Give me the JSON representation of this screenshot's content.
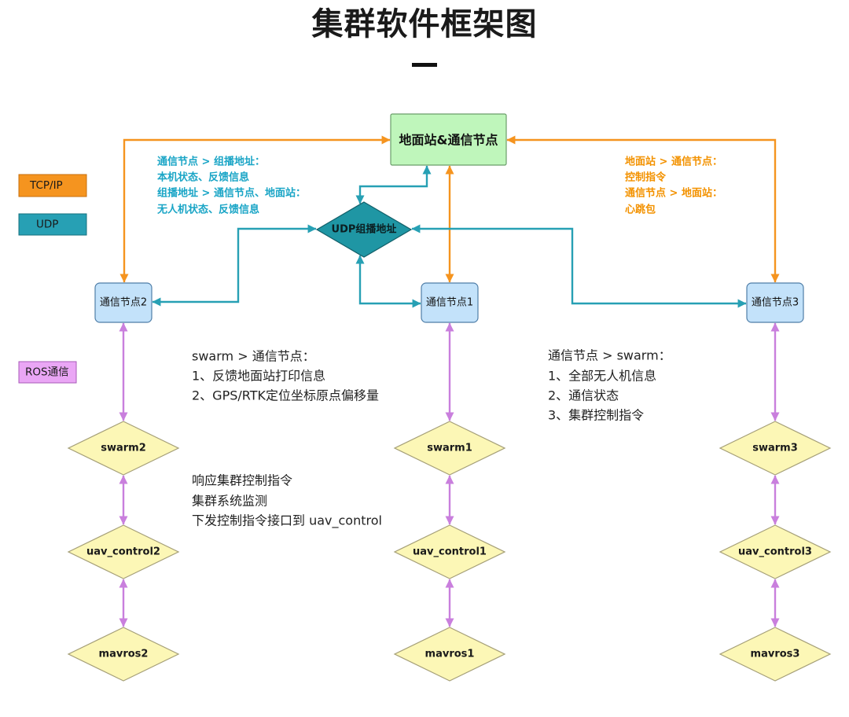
{
  "title": "集群软件框架图",
  "colors": {
    "tcp_ip": "#f5941f",
    "udp": "#27a0b4",
    "ros": "#c97fdd"
  },
  "legend": {
    "tcp_ip": "TCP/IP",
    "udp": "UDP",
    "ros": "ROS通信"
  },
  "nodes": {
    "ground_station": "地面站&通信节点",
    "udp_multicast": "UDP组播地址",
    "comm_node_2": "通信节点2",
    "comm_node_1": "通信节点1",
    "comm_node_3": "通信节点3",
    "swarm_2": "swarm2",
    "swarm_1": "swarm1",
    "swarm_3": "swarm3",
    "uav_control_2": "uav_control2",
    "uav_control_1": "uav_control1",
    "uav_control_3": "uav_control3",
    "mavros_2": "mavros2",
    "mavros_1": "mavros1",
    "mavros_3": "mavros3"
  },
  "notes": {
    "udp": [
      "通信节点 > 组播地址：",
      "本机状态、反馈信息",
      "组播地址 > 通信节点、地面站：",
      "无人机状态、反馈信息"
    ],
    "tcp": [
      "地面站 > 通信节点：",
      "控制指令",
      "通信节点 > 地面站：",
      "心跳包"
    ],
    "swarm_to_node": [
      "swarm > 通信节点：",
      "1、反馈地面站打印信息",
      "2、GPS/RTK定位坐标原点偏移量"
    ],
    "node_to_swarm": [
      "通信节点 > swarm：",
      "1、全部无人机信息",
      "2、通信状态",
      "3、集群控制指令"
    ],
    "swarm_duties": [
      "响应集群控制指令",
      "集群系统监测",
      "下发控制指令接口到 uav_control"
    ]
  }
}
